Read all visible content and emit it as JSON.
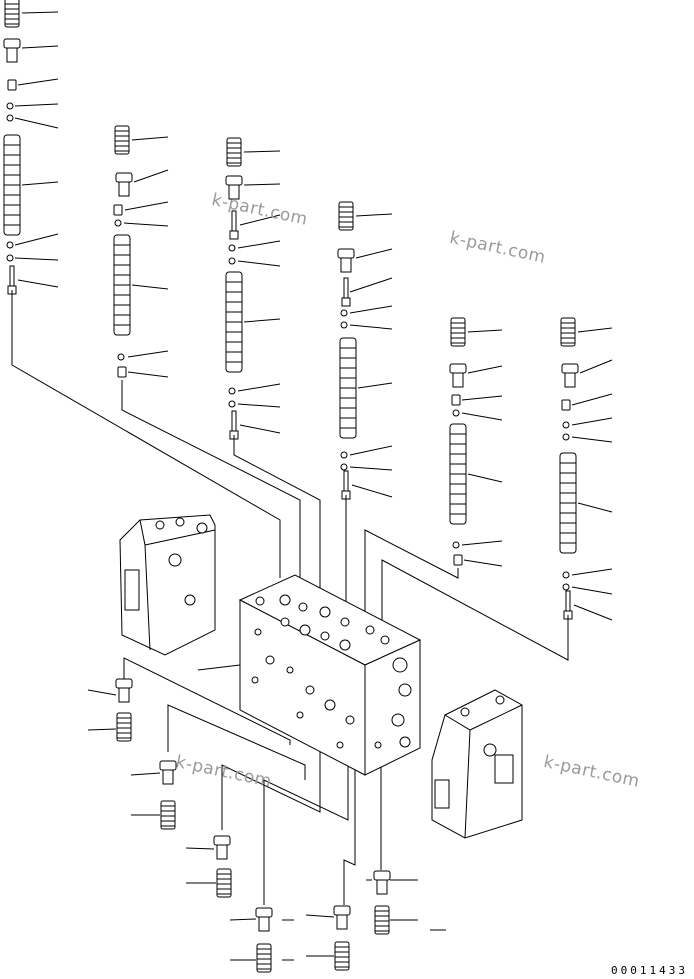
{
  "watermarks": [
    "k-part.com",
    "k-part.com",
    "k-part.com",
    "k-part.com"
  ],
  "reference_number": "00011433",
  "colors": {
    "line": "#000000",
    "background": "#ffffff",
    "watermark": "#9a9a9a"
  }
}
